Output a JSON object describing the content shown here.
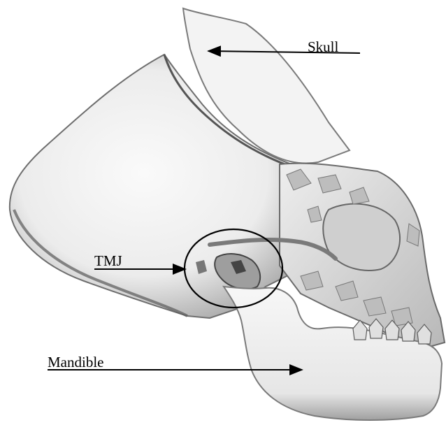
{
  "labels": {
    "skull": "Skull",
    "tmj": "TMJ",
    "mandible": "Mandible"
  },
  "colors": {
    "bone_light": "#f4f4f4",
    "bone_mid": "#d6d6d6",
    "bone_shadow": "#8a8a8a",
    "ink": "#000000"
  }
}
